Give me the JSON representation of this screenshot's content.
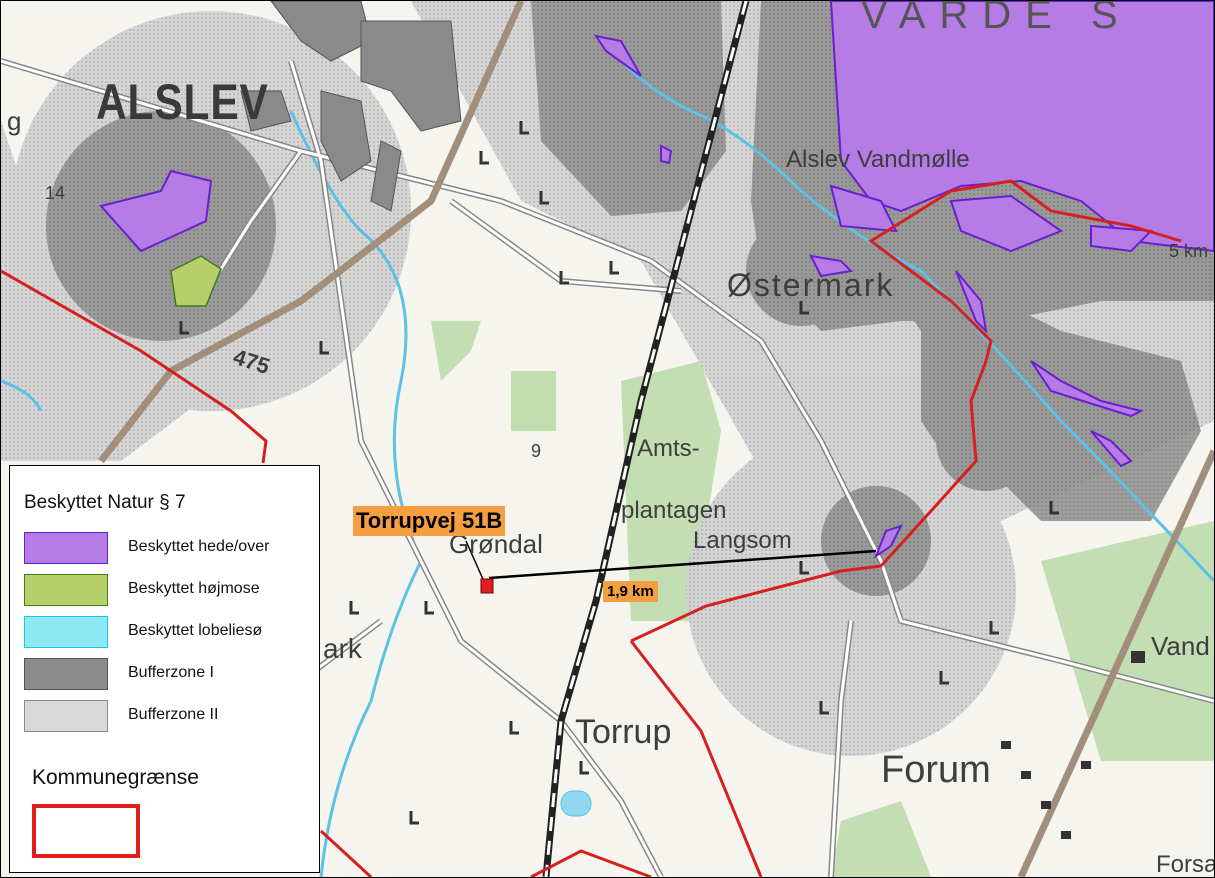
{
  "map": {
    "place_labels": {
      "alslev": "ALSLEV",
      "alslev_vandmolle": "Alslev Vandmølle",
      "ostermark": "Østermark",
      "amts": "Amts-",
      "plantagen": "plantagen",
      "langsom": "Langsom",
      "grondal": "Grøndal",
      "torrup": "Torrup",
      "forum": "Forum",
      "varde_s": "VARDE S",
      "mark_partial": "ark",
      "vand_partial": "Vand",
      "forsa_partial": "Forsa",
      "km_partial": "5 km"
    },
    "numbers": {
      "road_475": "475",
      "elev_14": "14",
      "elev_9": "9",
      "left_g": "g"
    },
    "callouts": {
      "site_name": "Torrupvej 51B",
      "distance": "1,9 km"
    },
    "colors": {
      "protected_heath": "#b57ce6",
      "protected_heath_outline": "#6a1fd1",
      "raised_bog": "#b7cf6a",
      "lobelia_lake": "#8ee9f2",
      "buffer_zone_1": "#8c8c8c",
      "buffer_zone_2": "#cfcfcf",
      "municipal_border": "#d62020",
      "callout": "#f4a042",
      "water": "#5cc1e6",
      "forest": "#b9d9a8"
    }
  },
  "legend": {
    "title": "Beskyttet Natur § 7",
    "items": [
      {
        "label": "Beskyttet hede/over",
        "color": "#b57ce6",
        "outline": "#6a1fd1"
      },
      {
        "label": "Beskyttet højmose",
        "color": "#b7cf6a",
        "outline": "#3f7d1e"
      },
      {
        "label": "Beskyttet lobeliesø",
        "color": "#8ee9f2",
        "outline": "#1ec7e0"
      },
      {
        "label": "Bufferzone I",
        "color": "#8c8c8c",
        "outline": "#555555"
      },
      {
        "label": "Bufferzone II",
        "color": "#d9d9d9",
        "outline": "#8a8a8a"
      }
    ],
    "border_title": "Kommunegrænse"
  }
}
